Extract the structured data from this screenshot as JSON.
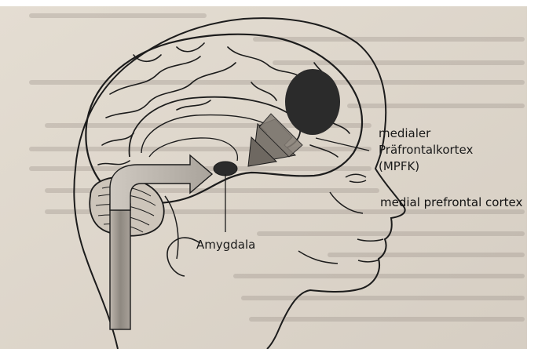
{
  "labels": {
    "mpfk_line1": "medialer",
    "mpfk_line2": "Präfrontalkortex",
    "mpfk_line3": "(MPFK)",
    "mpfk_translation": "medial prefrontal cortex",
    "amygdala": "Amygdala"
  },
  "colors": {
    "paper": "#ddd5c9",
    "ink": "#1c1c1c",
    "print_text": "#8a7f78",
    "region_fill": "#2b2b2b"
  }
}
